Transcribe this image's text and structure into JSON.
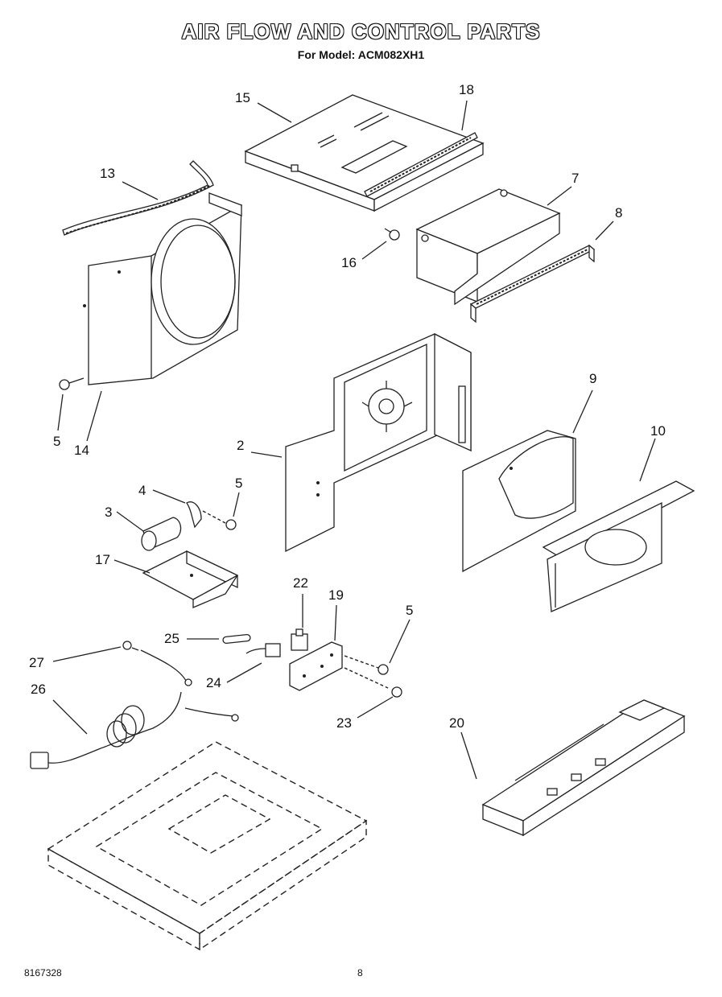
{
  "header": {
    "title": "AIR FLOW AND CONTROL PARTS",
    "subtitle": "For Model: ACM082XH1"
  },
  "callouts": {
    "n15": "15",
    "n18": "18",
    "n13": "13",
    "n7": "7",
    "n8": "8",
    "n16": "16",
    "n5a": "5",
    "n14": "14",
    "n2": "2",
    "n9": "9",
    "n10": "10",
    "n4": "4",
    "n5b": "5",
    "n3": "3",
    "n17": "17",
    "n22": "22",
    "n19": "19",
    "n5c": "5",
    "n25": "25",
    "n27": "27",
    "n24": "24",
    "n26": "26",
    "n23": "23",
    "n20": "20"
  },
  "footer": {
    "doc_number": "8167328",
    "page_number": "8"
  }
}
